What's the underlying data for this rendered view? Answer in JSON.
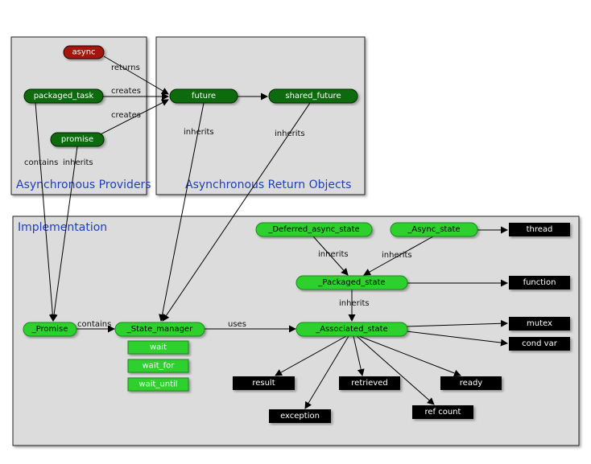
{
  "panels": {
    "providers": "Asynchronous Providers",
    "return_objects": "Asynchronous Return Objects",
    "implementation": "Implementation"
  },
  "nodes": {
    "async": "async",
    "packaged_task": "packaged_task",
    "promise": "promise",
    "future": "future",
    "shared_future": "shared_future",
    "deferred_async_state": "_Deferred_async_state",
    "async_state": "_Async_state",
    "packaged_state": "_Packaged_state",
    "promise_impl": "_Promise",
    "state_manager": "_State_manager",
    "associated_state": "_Associated_state",
    "wait": "wait",
    "wait_for": "wait_for",
    "wait_until": "wait_until",
    "thread": "thread",
    "function": "function",
    "mutex": "mutex",
    "cond_var": "cond var",
    "result": "result",
    "retrieved": "retrieved",
    "ready": "ready",
    "exception": "exception",
    "ref_count": "ref count"
  },
  "edge_labels": {
    "returns": "returns",
    "creates_1": "creates",
    "creates_2": "creates",
    "contains_1": "contains",
    "inherits_1": "inherits",
    "inherits_future": "inherits",
    "inherits_shared": "inherits",
    "inherits_deferred": "inherits",
    "inherits_async": "inherits",
    "inherits_packaged": "inherits",
    "contains_2": "contains",
    "uses": "uses"
  },
  "colors": {
    "panel_fill": "#dcdcdc",
    "dark_green": "#0f6b0f",
    "bright_green": "#2fd02f",
    "dark_red": "#a3140a",
    "black_box": "#000000",
    "title_blue": "#1f3fb5"
  }
}
